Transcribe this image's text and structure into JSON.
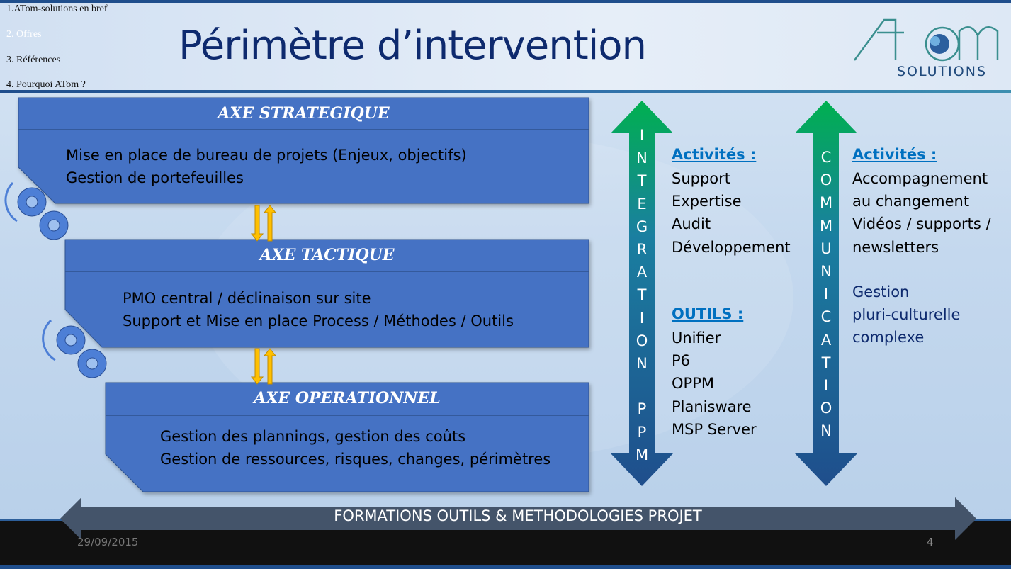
{
  "nav": {
    "items": [
      {
        "label": "1.ATom-solutions en bref"
      },
      {
        "label": "2. Offres"
      },
      {
        "label": "3. Références"
      },
      {
        "label": "4. Pourquoi ATom ?"
      }
    ]
  },
  "title": "Périmètre d’intervention",
  "logo": {
    "brand": "ATom",
    "sub": "SOLUTIONS",
    "colors": {
      "text": "#204a7c",
      "accent": "#2b8c8c"
    }
  },
  "axes": {
    "strategique": {
      "title": "AXE STRATEGIQUE",
      "lines": [
        "Mise en place de bureau de projets (Enjeux, objectifs)",
        "Gestion de portefeuilles"
      ]
    },
    "tactique": {
      "title": "AXE TACTIQUE",
      "lines": [
        "PMO central / déclinaison sur site",
        "Support et Mise en place Process / Méthodes / Outils"
      ]
    },
    "operationnel": {
      "title": "AXE OPERATIONNEL",
      "lines": [
        "Gestion des plannings, gestion des coûts",
        "Gestion de ressources, risques, changes, périmètres"
      ]
    }
  },
  "integration": {
    "vertical_label": [
      "I",
      "N",
      "T",
      "E",
      "G",
      "R",
      "A",
      "T",
      "I",
      "O",
      "N",
      "",
      "P",
      "P",
      "M"
    ],
    "activites_title": "Activités :",
    "activites": [
      "Support",
      "Expertise",
      "Audit",
      "Développement"
    ],
    "outils_title": "OUTILS :",
    "outils": [
      "Unifier",
      "P6",
      "OPPM",
      "Planisware",
      "MSP Server"
    ]
  },
  "communication": {
    "vertical_label": [
      "C",
      "O",
      "M",
      "M",
      "U",
      "N",
      "I",
      "C",
      "A",
      "T",
      "I",
      "O",
      "N"
    ],
    "activites_title": "Activités :",
    "activites": [
      "Accompagnement",
      "au changement",
      "Vidéos / supports /",
      "newsletters"
    ],
    "extra": [
      "Gestion",
      "pluri-culturelle",
      "complexe"
    ]
  },
  "footer": {
    "banner": "FORMATIONS OUTILS & METHODOLOGIES PROJET",
    "date": "29/09/2015",
    "page": "4"
  },
  "colors": {
    "box": "#4472c4",
    "title": "#0e2a6e",
    "section_head": "#0070c0",
    "arrow_top": "#00b050",
    "arrow_bottom": "#1f4e8c",
    "connector": "#ffc000"
  },
  "icons": [
    "gears-icon",
    "double-arrow-icon"
  ]
}
